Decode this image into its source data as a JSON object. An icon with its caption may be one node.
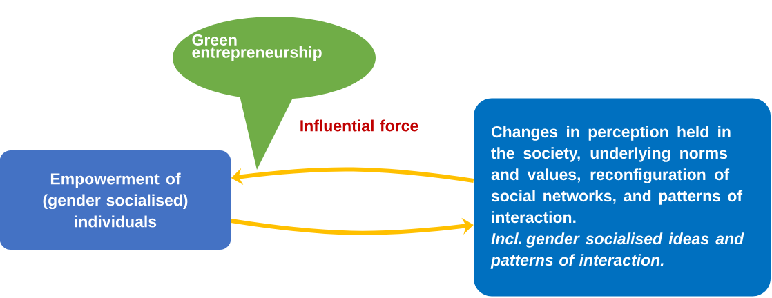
{
  "diagram": {
    "nodes": [
      {
        "text": [
          "Green entrepreneurship"
        ]
      },
      {
        "text": [
          "Empowerment of (gender socialised) individuals"
        ]
      },
      {
        "text": [
          "Changes in perception held in the society, underlying norms and values, reconfiguration of social networks, and patterns of interaction.",
          "Incl. gender socialised ideas and patterns of interaction."
        ]
      }
    ],
    "edges": [
      {
        "from": 2,
        "to": 1,
        "arrow": "to"
      },
      {
        "from": 1,
        "to": 2,
        "arrow": "to"
      }
    ],
    "labels": [
      "Influential force"
    ]
  }
}
